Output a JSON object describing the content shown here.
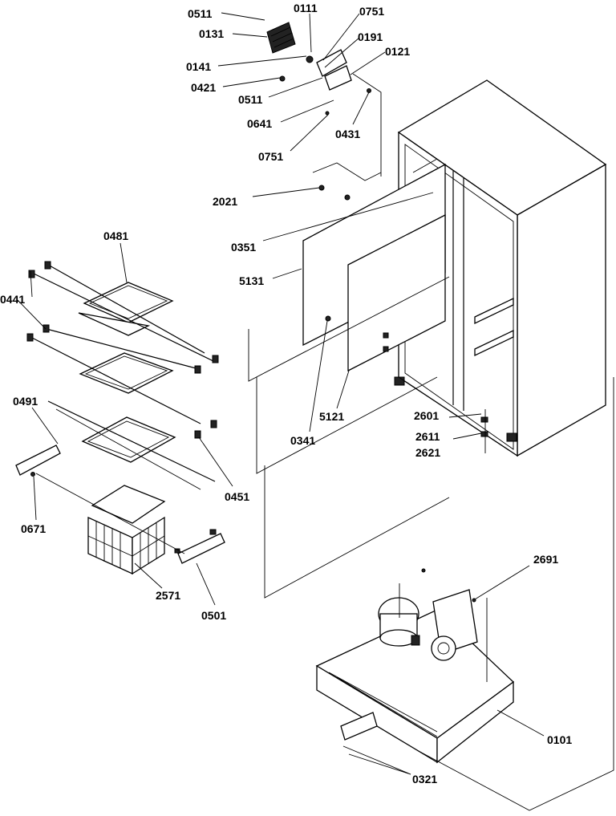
{
  "labels": {
    "p0511a": "0511",
    "p0131": "0131",
    "p0111": "0111",
    "p0751a": "0751",
    "p0191": "0191",
    "p0121": "0121",
    "p0141": "0141",
    "p0421": "0421",
    "p0511b": "0511",
    "p0641": "0641",
    "p0431": "0431",
    "p0751b": "0751",
    "p2021": "2021",
    "p0481": "0481",
    "p0351": "0351",
    "p0441": "0441",
    "p5131": "5131",
    "p0491": "0491",
    "p0341": "0341",
    "p5121": "5121",
    "p2601": "2601",
    "p2611": "2611",
    "p2621": "2621",
    "p0451": "0451",
    "p0671": "0671",
    "p2571": "2571",
    "p0501": "0501",
    "p2691": "2691",
    "p0101": "0101",
    "p0321": "0321"
  }
}
